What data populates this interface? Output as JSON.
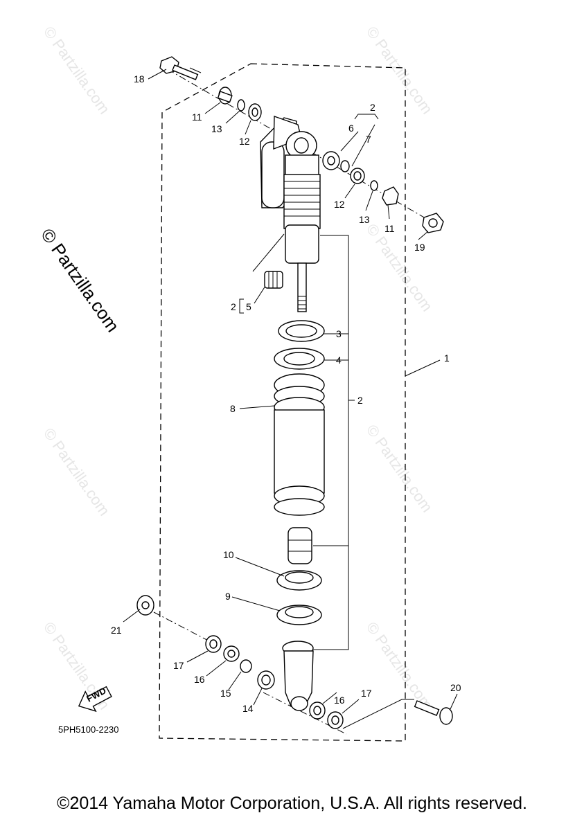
{
  "watermark": "© Partzilla.com",
  "diagram_code": "5PH5100-2230",
  "fwd_label": "FWD",
  "copyright": "©2014 Yamaha Motor Corporation, U.S.A. All rights reserved.",
  "callouts": [
    "1",
    "2",
    "3",
    "4",
    "2",
    "8",
    "10",
    "9",
    "2",
    "5",
    "6",
    "7",
    "11",
    "12",
    "13",
    "18",
    "11",
    "12",
    "13",
    "19",
    "21",
    "17",
    "16",
    "15",
    "14",
    "16",
    "17",
    "20"
  ]
}
